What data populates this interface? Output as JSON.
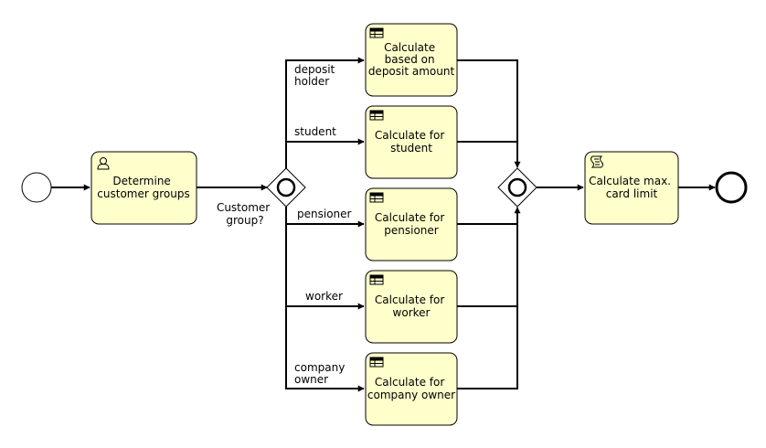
{
  "diagram": {
    "tasks": {
      "determine": {
        "type": "user",
        "icon": "user-task-icon",
        "lines": [
          "Determine",
          "customer groups"
        ]
      },
      "deposit": {
        "type": "business-rule",
        "icon": "table-icon",
        "lines": [
          "Calculate",
          "based on",
          "deposit amount"
        ]
      },
      "student": {
        "type": "business-rule",
        "icon": "table-icon",
        "lines": [
          "Calculate for",
          "student"
        ]
      },
      "pensioner": {
        "type": "business-rule",
        "icon": "table-icon",
        "lines": [
          "Calculate for",
          "pensioner"
        ]
      },
      "worker": {
        "type": "business-rule",
        "icon": "table-icon",
        "lines": [
          "Calculate for",
          "worker"
        ]
      },
      "company": {
        "type": "business-rule",
        "icon": "table-icon",
        "lines": [
          "Calculate for",
          "company owner"
        ]
      },
      "maxlimit": {
        "type": "script",
        "icon": "script-icon",
        "lines": [
          "Calculate max.",
          "card limit"
        ]
      }
    },
    "gateways": {
      "split": {
        "type": "inclusive",
        "label": [
          "Customer",
          "group?"
        ]
      },
      "join": {
        "type": "inclusive"
      }
    },
    "edge_labels": {
      "deposit": [
        "deposit",
        "holder"
      ],
      "student": [
        "student"
      ],
      "pensioner": [
        "pensioner"
      ],
      "worker": [
        "worker"
      ],
      "company": [
        "company",
        "owner"
      ]
    }
  }
}
